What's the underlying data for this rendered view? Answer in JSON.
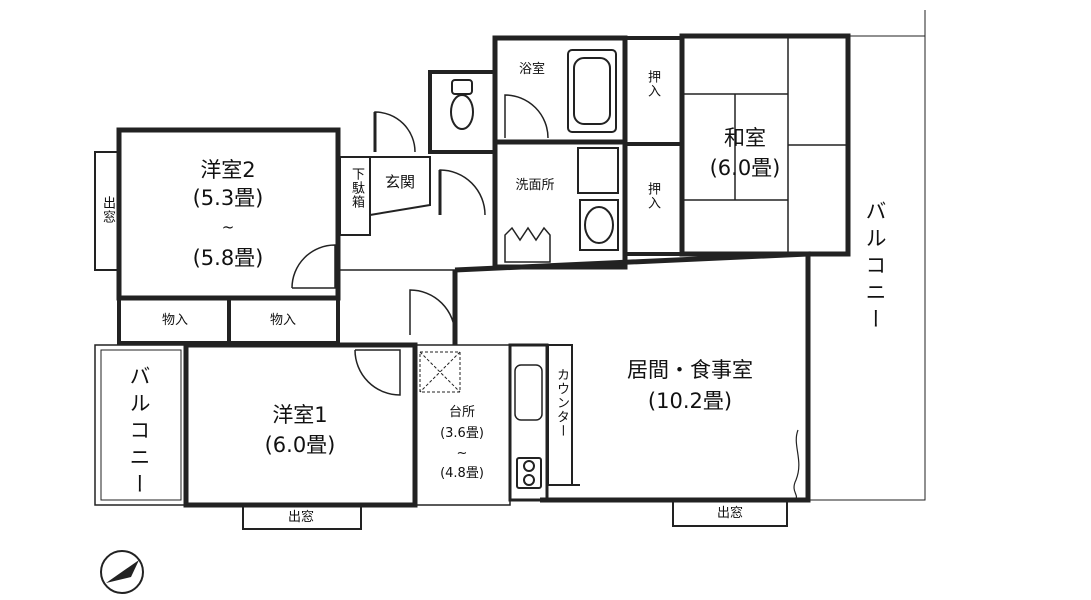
{
  "rooms": {
    "western2": {
      "name": "洋室2",
      "size": "(5.3畳)",
      "tilde": "~",
      "size_max": "(5.8畳)"
    },
    "western1": {
      "name": "洋室1",
      "size": "(6.0畳)"
    },
    "japanese": {
      "name": "和室",
      "size": "(6.0畳)"
    },
    "living": {
      "name": "居間・食事室",
      "size": "(10.2畳)"
    },
    "kitchen": {
      "name": "台所",
      "size": "(3.6畳)",
      "tilde": "~",
      "size_max": "(4.8畳)"
    },
    "bath": {
      "name": "浴室"
    },
    "washroom": {
      "name": "洗面所"
    },
    "entrance": {
      "name": "玄関"
    },
    "shoe_box": {
      "name": "下駄箱"
    }
  },
  "storage": {
    "closet_left": "物入",
    "closet_right": "物入",
    "oshiire_top": "押入",
    "oshiire_bottom": "押入"
  },
  "windows": {
    "bay_left": "出窓",
    "bay_bottom_left": "出窓",
    "bay_bottom_right": "出窓"
  },
  "balconies": {
    "left": "バルコニー",
    "right": "バルコニー"
  },
  "counter": "カウンター",
  "icons": {
    "compass": "compass-north-arrow-icon",
    "toilet": "toilet-icon",
    "bathtub": "bathtub-icon",
    "washbasin": "washbasin-icon",
    "stove": "stove-icon"
  }
}
